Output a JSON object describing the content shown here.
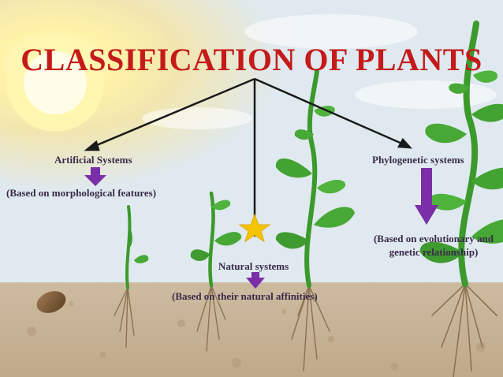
{
  "slide": {
    "title": "CLASSIFICATION OF PLANTS",
    "colors": {
      "title": "#c41a1a",
      "text": "#3a2a4a",
      "arrow": "#1a1a1a",
      "down_arrow": "#7a2fa8",
      "star": "#f5c400",
      "leaf": "#3c9a2c",
      "soil": "#c9b69b",
      "sky": "#dfe9ef"
    },
    "branches": [
      {
        "name": "Artificial Systems",
        "description": "(Based on morphological features)"
      },
      {
        "name": "Natural systems",
        "description": "(Based on their natural affinities)"
      },
      {
        "name": "Phylogenetic systems",
        "description_line1": "(Based on evolutionary and",
        "description_line2": "genetic relationship)"
      }
    ]
  }
}
